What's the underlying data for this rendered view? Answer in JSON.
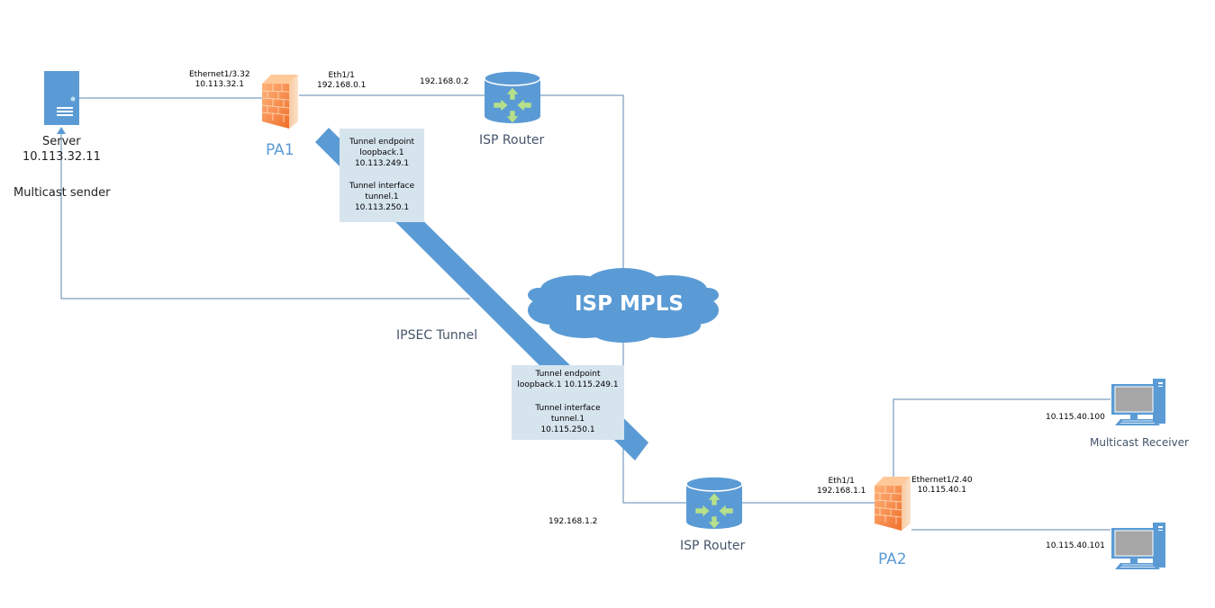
{
  "colors": {
    "link": "#5b87b0",
    "accent_blue": "#5b9bd5",
    "tunnel_box": "#d6e4ee",
    "firewall_orange": "#f28a4a",
    "router_green": "#b7e08a"
  },
  "server": {
    "name": "Server",
    "ip": "10.113.32.11",
    "role": "Multicast sender",
    "icon": "server-icon"
  },
  "pa1": {
    "name": "PA1",
    "icon": "firewall-icon",
    "inside_interface": "Ethernet1/3.32",
    "inside_ip": "10.113.32.1",
    "outside_interface": "Eth1/1",
    "outside_ip": "192.168.0.1",
    "tunnel": {
      "endpoint_label": "Tunnel endpoint",
      "endpoint_iface": "loopback.1",
      "endpoint_ip": "10.113.249.1",
      "tunnel_label": "Tunnel interface",
      "tunnel_iface": "tunnel.1",
      "tunnel_ip": "10.113.250.1"
    }
  },
  "isp_router_1": {
    "name": "ISP Router",
    "ip": "192.168.0.2",
    "icon": "router-icon"
  },
  "mpls": {
    "name": "ISP MPLS",
    "icon": "cloud-icon"
  },
  "ipsec": {
    "label": "IPSEC Tunnel"
  },
  "pa2_tunnel": {
    "endpoint_label": "Tunnel endpoint",
    "endpoint_line": "loopback.1 10.115.249.1",
    "tunnel_label": "Tunnel interface",
    "tunnel_iface": "tunnel.1",
    "tunnel_ip": "10.115.250.1"
  },
  "isp_router_2": {
    "name": "ISP Router",
    "ip": "192.168.1.2",
    "icon": "router-icon"
  },
  "pa2": {
    "name": "PA2",
    "icon": "firewall-icon",
    "outside_interface": "Eth1/1",
    "outside_ip": "192.168.1.1",
    "inside_interface": "Ethernet1/2.40",
    "inside_ip": "10.115.40.1"
  },
  "receiver1": {
    "ip": "10.115.40.100",
    "name": "Multicast Receiver",
    "icon": "desktop-computer-icon"
  },
  "receiver2": {
    "ip": "10.115.40.101",
    "icon": "desktop-computer-icon"
  }
}
